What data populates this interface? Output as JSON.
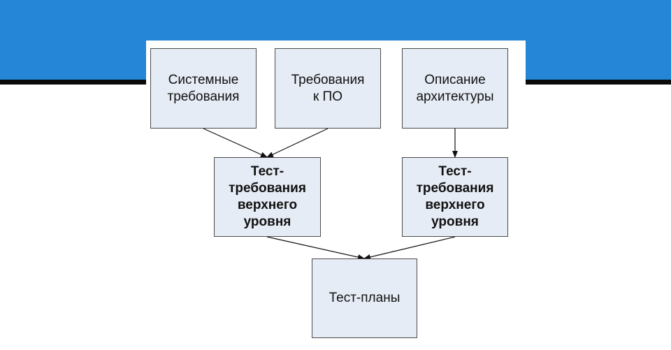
{
  "diagram": {
    "nodes": [
      {
        "id": "system-requirements",
        "lines": [
          "Системные",
          "требования"
        ],
        "bold": false
      },
      {
        "id": "software-requirements",
        "lines": [
          "Требования",
          "к ПО"
        ],
        "bold": false
      },
      {
        "id": "architecture-description",
        "lines": [
          "Описание",
          "архитектуры"
        ],
        "bold": false
      },
      {
        "id": "test-requirements-left",
        "lines": [
          "Тест-",
          "требования",
          "верхнего",
          "уровня"
        ],
        "bold": true
      },
      {
        "id": "test-requirements-right",
        "lines": [
          "Тест-",
          "требования",
          "верхнего",
          "уровня"
        ],
        "bold": true
      },
      {
        "id": "test-plans",
        "lines": [
          "Тест-планы"
        ],
        "bold": false
      }
    ],
    "edges": [
      {
        "from": "system-requirements",
        "to": "test-requirements-left"
      },
      {
        "from": "software-requirements",
        "to": "test-requirements-left"
      },
      {
        "from": "architecture-description",
        "to": "test-requirements-right"
      },
      {
        "from": "test-requirements-left",
        "to": "test-plans"
      },
      {
        "from": "test-requirements-right",
        "to": "test-plans"
      }
    ]
  },
  "colors": {
    "banner": "#2586d8",
    "box_fill": "#e6ecf5",
    "box_border": "#4a4a4a",
    "arrow": "#111111"
  }
}
